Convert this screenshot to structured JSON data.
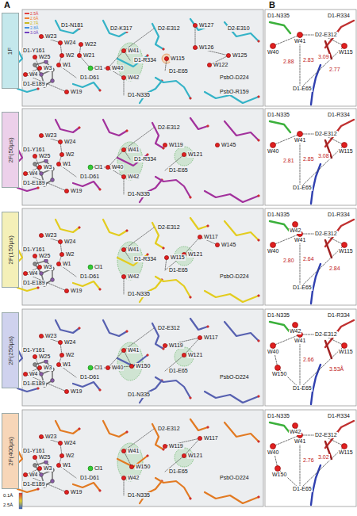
{
  "diagram": {
    "nodes": [
      {
        "text": [
          "1F"
        ]
      },
      {
        "text": [
          "2F(50μs)"
        ]
      },
      {
        "text": [
          "2F(150μs)"
        ]
      },
      {
        "text": [
          "2F(250μs)"
        ]
      },
      {
        "text": [
          "2F(400μs)"
        ]
      }
    ],
    "labels": [
      "A",
      "B",
      "D1-N181",
      "D2-K317",
      "D2-E312",
      "W127",
      "D2-E310",
      "W23",
      "W24",
      "W22",
      "D1-Y161",
      "W25",
      "W2",
      "W21",
      "Cl1",
      "W41",
      "D1-R334",
      "W115",
      "W126",
      "W3",
      "W1",
      "W4",
      "W40",
      "W42",
      "D1-E65",
      "W122",
      "W125",
      "D1-E189",
      "D1-D61",
      "W19",
      "D1-N335",
      "PsbO-D224",
      "PsbO-R159",
      "D1-N335",
      "D1-R334",
      "W41",
      "D2-E312",
      "W40",
      "W115",
      "D1-E65",
      "2.88",
      "2.83",
      "3.09",
      "2.77",
      "D2-E312",
      "W23",
      "W24",
      "D1-Y161",
      "W25",
      "W2",
      "Cl1",
      "W41",
      "D1-R334",
      "W3",
      "W1",
      "W4",
      "W40",
      "W42",
      "D1-E65",
      "D1-E189",
      "D1-D61",
      "W19",
      "D1-N335",
      "W119",
      "W121",
      "W145",
      "D1-N335",
      "D1-R334",
      "W41",
      "D2-E312",
      "W40",
      "W115",
      "D1-E65",
      "2.81",
      "2.85",
      "3.08",
      "D2-E312",
      "W23",
      "W24",
      "D1-Y161",
      "W25",
      "W2",
      "Cl1",
      "W41",
      "D1-R334",
      "W115",
      "W3",
      "W1",
      "W4",
      "W42",
      "D1-E65",
      "D1-E189",
      "D1-D61",
      "W19",
      "D1-N335",
      "PsbO-D224",
      "W121",
      "W145",
      "W117",
      "D1-N335",
      "D1-R334",
      "W42",
      "W41",
      "D2-E312",
      "W40",
      "W115",
      "D1-E65",
      "2.80",
      "2.64",
      "2.84",
      "D2-E312",
      "W23",
      "W24",
      "D1-Y161",
      "W25",
      "W2",
      "Cl1",
      "W41",
      "W3",
      "W1",
      "W4",
      "W40",
      "D1-E65",
      "D1-E189",
      "D1-D61",
      "W19",
      "D1-N335",
      "PsbO-D224",
      "W119",
      "W121",
      "W117",
      "W150",
      "D1-N335",
      "D1-R334",
      "W42",
      "W41",
      "D2-E312",
      "W40",
      "W115",
      "W150",
      "D1-E65",
      "2.66",
      "3.53Å",
      "D2-E312",
      "W23",
      "W24",
      "D1-Y161",
      "W25",
      "W2",
      "Cl1",
      "W41",
      "W3",
      "W1",
      "W4",
      "W42",
      "D1-E65",
      "D1-E189",
      "D1-D61",
      "W19",
      "D1-N335",
      "PsbO-D224",
      "W119",
      "W121",
      "W117",
      "W150",
      "D1-N335",
      "D1-R334",
      "W42",
      "W41",
      "D2-E312",
      "W40",
      "W115",
      "W150",
      "D1-E65",
      "2.76",
      "3.02",
      "0.1Å",
      "2.5Å"
    ],
    "legend": [
      {
        "text": "2.5Å",
        "color": "#e04040"
      },
      {
        "text": "2.6Å",
        "color": "#f08030"
      },
      {
        "text": "2.7Å",
        "color": "#c8b820"
      },
      {
        "text": "2.8Å",
        "color": "#4090e0"
      },
      {
        "text": "3.0Å",
        "color": "#7040c0"
      }
    ]
  }
}
